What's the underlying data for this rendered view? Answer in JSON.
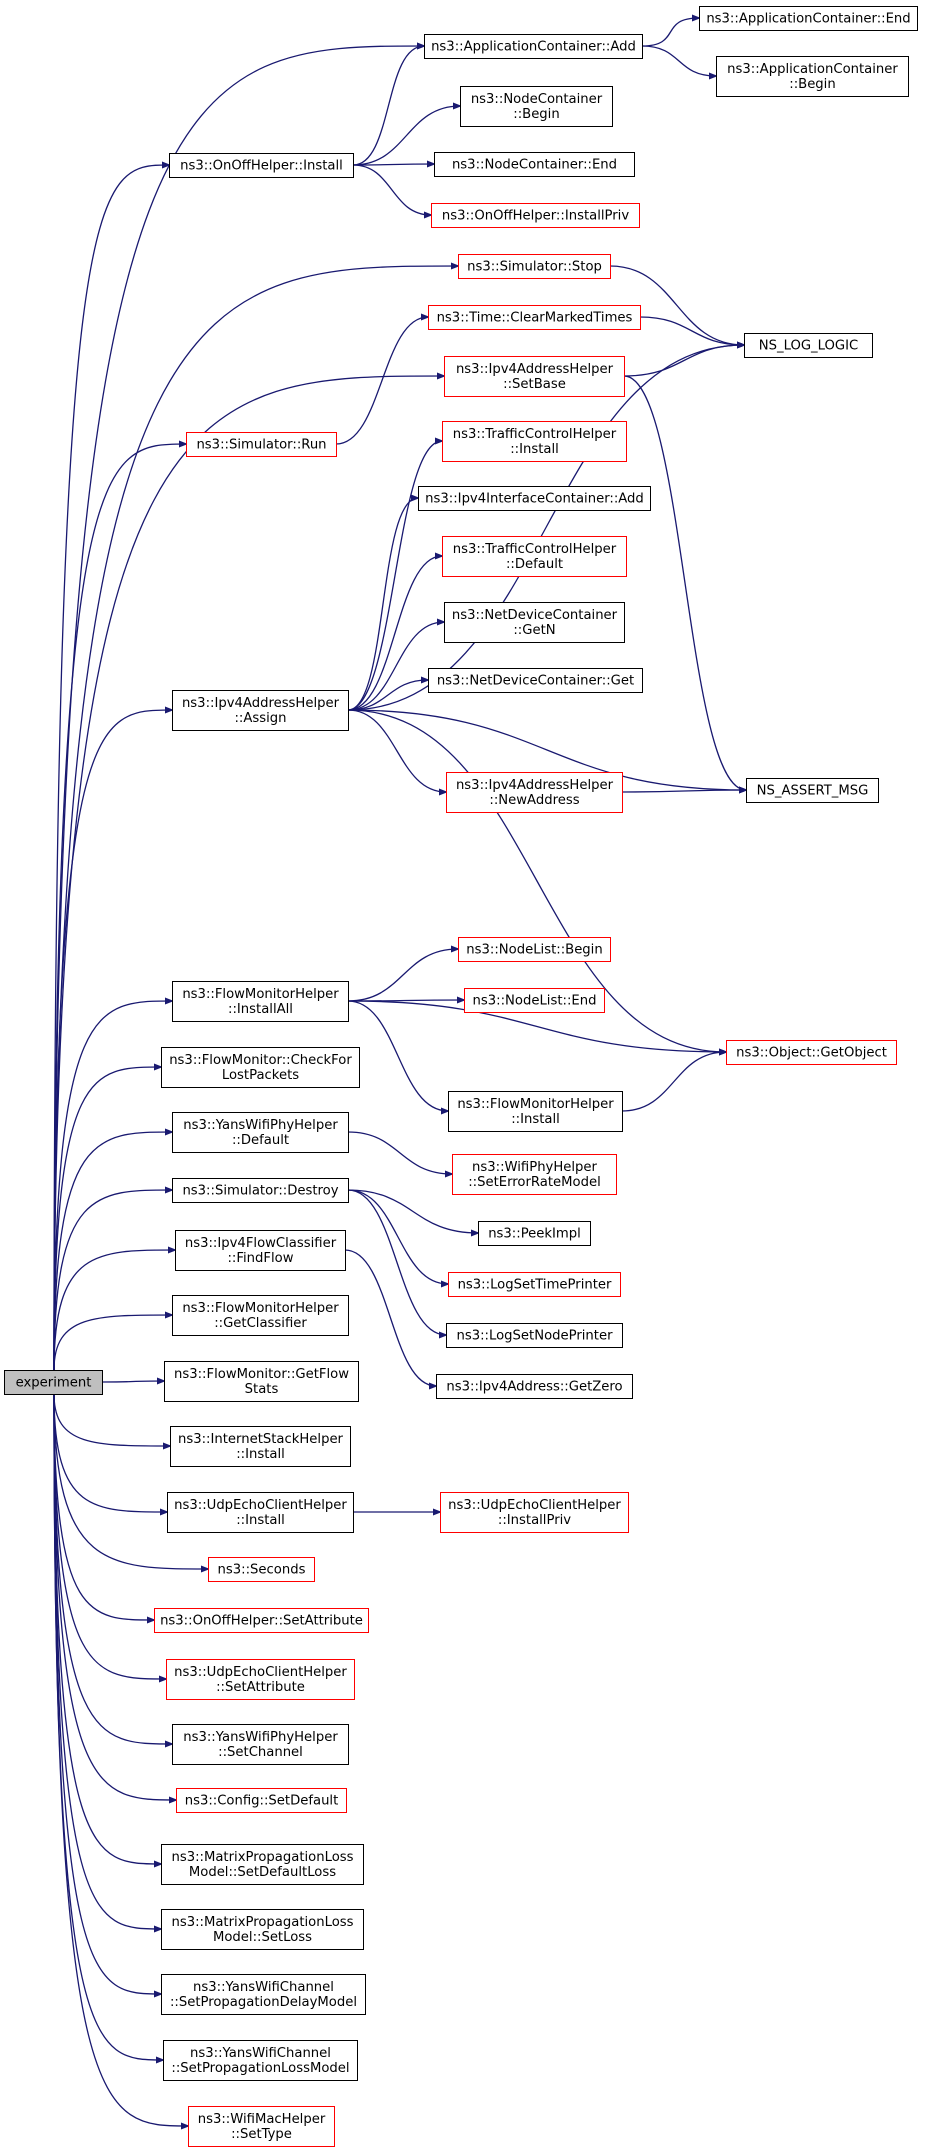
{
  "colors": {
    "edge": "#191970",
    "node_border_default": "#000000",
    "node_border_linked": "#ff0000",
    "root_fill": "#bfbfbf",
    "node_fill": "#ffffff"
  },
  "nodes": [
    {
      "id": "experiment",
      "lines": [
        "experiment"
      ],
      "style": "root"
    },
    {
      "id": "app_add",
      "lines": [
        "ns3::ApplicationContainer::Add"
      ],
      "style": "black"
    },
    {
      "id": "app_end",
      "lines": [
        "ns3::ApplicationContainer::End"
      ],
      "style": "black"
    },
    {
      "id": "app_begin",
      "lines": [
        "ns3::ApplicationContainer",
        "::Begin"
      ],
      "style": "black"
    },
    {
      "id": "onoff_install",
      "lines": [
        "ns3::OnOffHelper::Install"
      ],
      "style": "black"
    },
    {
      "id": "nc_begin",
      "lines": [
        "ns3::NodeContainer",
        "::Begin"
      ],
      "style": "black"
    },
    {
      "id": "nc_end",
      "lines": [
        "ns3::NodeContainer::End"
      ],
      "style": "black"
    },
    {
      "id": "onoff_installpriv",
      "lines": [
        "ns3::OnOffHelper::InstallPriv"
      ],
      "style": "red"
    },
    {
      "id": "sim_stop",
      "lines": [
        "ns3::Simulator::Stop"
      ],
      "style": "red"
    },
    {
      "id": "time_clear",
      "lines": [
        "ns3::Time::ClearMarkedTimes"
      ],
      "style": "red"
    },
    {
      "id": "ns_log_logic",
      "lines": [
        "NS_LOG_LOGIC"
      ],
      "style": "black"
    },
    {
      "id": "sim_run",
      "lines": [
        "ns3::Simulator::Run"
      ],
      "style": "red"
    },
    {
      "id": "ipv4_setbase",
      "lines": [
        "ns3::Ipv4AddressHelper",
        "::SetBase"
      ],
      "style": "red"
    },
    {
      "id": "tch_install",
      "lines": [
        "ns3::TrafficControlHelper",
        "::Install"
      ],
      "style": "red"
    },
    {
      "id": "ipv4ic_add",
      "lines": [
        "ns3::Ipv4InterfaceContainer::Add"
      ],
      "style": "black"
    },
    {
      "id": "tch_default",
      "lines": [
        "ns3::TrafficControlHelper",
        "::Default"
      ],
      "style": "red"
    },
    {
      "id": "ndc_getn",
      "lines": [
        "ns3::NetDeviceContainer",
        "::GetN"
      ],
      "style": "black"
    },
    {
      "id": "ndc_get",
      "lines": [
        "ns3::NetDeviceContainer::Get"
      ],
      "style": "black"
    },
    {
      "id": "ipv4_assign",
      "lines": [
        "ns3::Ipv4AddressHelper",
        "::Assign"
      ],
      "style": "black"
    },
    {
      "id": "ipv4_newaddr",
      "lines": [
        "ns3::Ipv4AddressHelper",
        "::NewAddress"
      ],
      "style": "red"
    },
    {
      "id": "ns_assert",
      "lines": [
        "NS_ASSERT_MSG"
      ],
      "style": "black"
    },
    {
      "id": "nl_begin",
      "lines": [
        "ns3::NodeList::Begin"
      ],
      "style": "red"
    },
    {
      "id": "nl_end",
      "lines": [
        "ns3::NodeList::End"
      ],
      "style": "red"
    },
    {
      "id": "fmh_installall",
      "lines": [
        "ns3::FlowMonitorHelper",
        "::InstallAll"
      ],
      "style": "black"
    },
    {
      "id": "obj_getobject",
      "lines": [
        "ns3::Object::GetObject"
      ],
      "style": "red"
    },
    {
      "id": "fm_checklost",
      "lines": [
        "ns3::FlowMonitor::CheckFor",
        "LostPackets"
      ],
      "style": "black"
    },
    {
      "id": "fmh_install",
      "lines": [
        "ns3::FlowMonitorHelper",
        "::Install"
      ],
      "style": "black"
    },
    {
      "id": "ywph_default",
      "lines": [
        "ns3::YansWifiPhyHelper",
        "::Default"
      ],
      "style": "black"
    },
    {
      "id": "wph_seterm",
      "lines": [
        "ns3::WifiPhyHelper",
        "::SetErrorRateModel"
      ],
      "style": "red"
    },
    {
      "id": "sim_destroy",
      "lines": [
        "ns3::Simulator::Destroy"
      ],
      "style": "black"
    },
    {
      "id": "peekimpl",
      "lines": [
        "ns3::PeekImpl"
      ],
      "style": "black"
    },
    {
      "id": "ipv4fc_findflow",
      "lines": [
        "ns3::Ipv4FlowClassifier",
        "::FindFlow"
      ],
      "style": "black"
    },
    {
      "id": "logsettime",
      "lines": [
        "ns3::LogSetTimePrinter"
      ],
      "style": "red"
    },
    {
      "id": "logsetnode",
      "lines": [
        "ns3::LogSetNodePrinter"
      ],
      "style": "black"
    },
    {
      "id": "fmh_getclass",
      "lines": [
        "ns3::FlowMonitorHelper",
        "::GetClassifier"
      ],
      "style": "black"
    },
    {
      "id": "ipv4addr_getzero",
      "lines": [
        "ns3::Ipv4Address::GetZero"
      ],
      "style": "black"
    },
    {
      "id": "fm_getflowstats",
      "lines": [
        "ns3::FlowMonitor::GetFlow",
        "Stats"
      ],
      "style": "black"
    },
    {
      "id": "ish_install",
      "lines": [
        "ns3::InternetStackHelper",
        "::Install"
      ],
      "style": "black"
    },
    {
      "id": "uech_install",
      "lines": [
        "ns3::UdpEchoClientHelper",
        "::Install"
      ],
      "style": "black"
    },
    {
      "id": "uech_installpriv",
      "lines": [
        "ns3::UdpEchoClientHelper",
        "::InstallPriv"
      ],
      "style": "red"
    },
    {
      "id": "seconds",
      "lines": [
        "ns3::Seconds"
      ],
      "style": "red"
    },
    {
      "id": "onoff_setattr",
      "lines": [
        "ns3::OnOffHelper::SetAttribute"
      ],
      "style": "red"
    },
    {
      "id": "uech_setattr",
      "lines": [
        "ns3::UdpEchoClientHelper",
        "::SetAttribute"
      ],
      "style": "red"
    },
    {
      "id": "ywph_setchannel",
      "lines": [
        "ns3::YansWifiPhyHelper",
        "::SetChannel"
      ],
      "style": "black"
    },
    {
      "id": "config_setdefault",
      "lines": [
        "ns3::Config::SetDefault"
      ],
      "style": "red"
    },
    {
      "id": "mplm_setdefaultloss",
      "lines": [
        "ns3::MatrixPropagationLoss",
        "Model::SetDefaultLoss"
      ],
      "style": "black"
    },
    {
      "id": "mplm_setloss",
      "lines": [
        "ns3::MatrixPropagationLoss",
        "Model::SetLoss"
      ],
      "style": "black"
    },
    {
      "id": "ywc_setpropdelay",
      "lines": [
        "ns3::YansWifiChannel",
        "::SetPropagationDelayModel"
      ],
      "style": "black"
    },
    {
      "id": "ywc_setproploss",
      "lines": [
        "ns3::YansWifiChannel",
        "::SetPropagationLossModel"
      ],
      "style": "black"
    },
    {
      "id": "wmh_settype",
      "lines": [
        "ns3::WifiMacHelper",
        "::SetType"
      ],
      "style": "red"
    }
  ],
  "edges": [
    [
      "experiment",
      "app_add"
    ],
    [
      "experiment",
      "onoff_install"
    ],
    [
      "experiment",
      "sim_stop"
    ],
    [
      "experiment",
      "sim_run"
    ],
    [
      "experiment",
      "ipv4_setbase"
    ],
    [
      "experiment",
      "ipv4_assign"
    ],
    [
      "experiment",
      "fmh_installall"
    ],
    [
      "experiment",
      "fm_checklost"
    ],
    [
      "experiment",
      "ywph_default"
    ],
    [
      "experiment",
      "sim_destroy"
    ],
    [
      "experiment",
      "ipv4fc_findflow"
    ],
    [
      "experiment",
      "fmh_getclass"
    ],
    [
      "experiment",
      "fm_getflowstats"
    ],
    [
      "experiment",
      "ish_install"
    ],
    [
      "experiment",
      "uech_install"
    ],
    [
      "experiment",
      "seconds"
    ],
    [
      "experiment",
      "onoff_setattr"
    ],
    [
      "experiment",
      "uech_setattr"
    ],
    [
      "experiment",
      "ywph_setchannel"
    ],
    [
      "experiment",
      "config_setdefault"
    ],
    [
      "experiment",
      "mplm_setdefaultloss"
    ],
    [
      "experiment",
      "mplm_setloss"
    ],
    [
      "experiment",
      "ywc_setpropdelay"
    ],
    [
      "experiment",
      "ywc_setproploss"
    ],
    [
      "experiment",
      "wmh_settype"
    ],
    [
      "app_add",
      "app_end"
    ],
    [
      "app_add",
      "app_begin"
    ],
    [
      "onoff_install",
      "app_add"
    ],
    [
      "onoff_install",
      "nc_begin"
    ],
    [
      "onoff_install",
      "nc_end"
    ],
    [
      "onoff_install",
      "onoff_installpriv"
    ],
    [
      "sim_stop",
      "ns_log_logic"
    ],
    [
      "time_clear",
      "ns_log_logic"
    ],
    [
      "sim_run",
      "time_clear"
    ],
    [
      "ipv4_setbase",
      "ns_log_logic"
    ],
    [
      "ipv4_setbase",
      "ns_assert"
    ],
    [
      "ipv4_assign",
      "tch_install"
    ],
    [
      "ipv4_assign",
      "ipv4ic_add"
    ],
    [
      "ipv4_assign",
      "tch_default"
    ],
    [
      "ipv4_assign",
      "ndc_getn"
    ],
    [
      "ipv4_assign",
      "ndc_get"
    ],
    [
      "ipv4_assign",
      "ns_log_logic"
    ],
    [
      "ipv4_assign",
      "ipv4_newaddr"
    ],
    [
      "ipv4_assign",
      "ns_assert"
    ],
    [
      "ipv4_assign",
      "obj_getobject"
    ],
    [
      "ipv4_newaddr",
      "ns_assert"
    ],
    [
      "fmh_installall",
      "nl_begin"
    ],
    [
      "fmh_installall",
      "nl_end"
    ],
    [
      "fmh_installall",
      "obj_getobject"
    ],
    [
      "fmh_installall",
      "fmh_install"
    ],
    [
      "fmh_install",
      "obj_getobject"
    ],
    [
      "ywph_default",
      "wph_seterm"
    ],
    [
      "sim_destroy",
      "peekimpl"
    ],
    [
      "sim_destroy",
      "logsettime"
    ],
    [
      "sim_destroy",
      "logsetnode"
    ],
    [
      "ipv4fc_findflow",
      "ipv4addr_getzero"
    ],
    [
      "uech_install",
      "uech_installpriv"
    ]
  ]
}
